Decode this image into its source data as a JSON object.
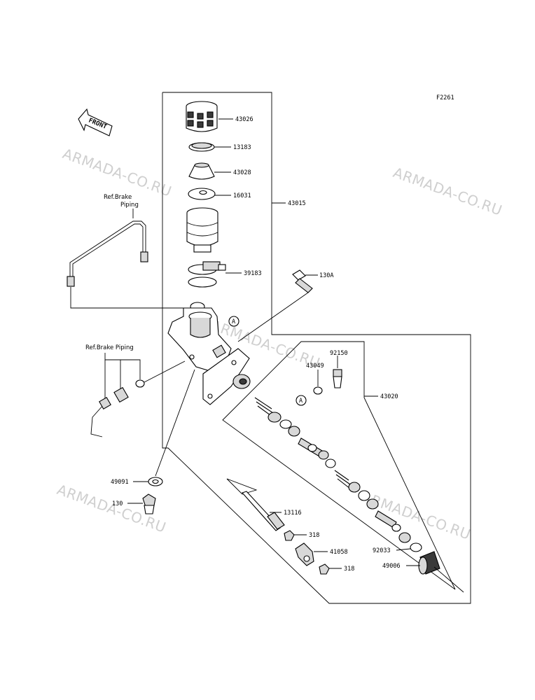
{
  "diagram_code": "F2261",
  "front_label": "FRONT",
  "watermark": "ARMADA-CO.RU",
  "ref_brake_piping_top": [
    "Ref.Brake",
    "Piping"
  ],
  "ref_brake_piping_mid": "Ref.Brake Piping",
  "circle_marker": "A",
  "parts": {
    "p43026": "43026",
    "p13183": "13183",
    "p43028": "43028",
    "p16031": "16031",
    "p43015": "43015",
    "p39183": "39183",
    "p130A": "130A",
    "p92150": "92150",
    "p43049": "43049",
    "p43020": "43020",
    "p49091": "49091",
    "p130": "130",
    "p13116": "13116",
    "p318a": "318",
    "p41058": "41058",
    "p318b": "318",
    "p92033": "92033",
    "p49006": "49006"
  }
}
